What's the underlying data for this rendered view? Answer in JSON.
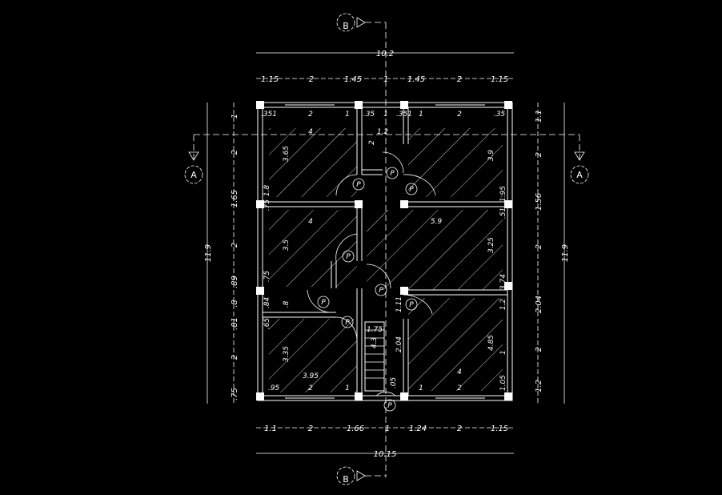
{
  "colors": {
    "background": "#000000",
    "lines": "#ffffff"
  },
  "section_marks": {
    "a_left": "A",
    "a_right": "A",
    "b_top": "B",
    "b_bottom": "B"
  },
  "top_dims": {
    "overall": "10.2",
    "chain": [
      "1.15",
      "2",
      "1.45",
      "1",
      "1.45",
      "2",
      "1.15"
    ]
  },
  "bottom_dims": {
    "overall": "10.15",
    "chain": [
      "1.1",
      "2",
      "1.66",
      "1",
      "1.24",
      "2",
      "1.15"
    ]
  },
  "left_dims": {
    "overall": "11.9",
    "chain": [
      "1",
      "2",
      "1.65",
      "2",
      ".89",
      ".8",
      ".81",
      "2",
      ".75"
    ]
  },
  "right_dims": {
    "overall": "11.9",
    "chain": [
      "1.1",
      "2",
      "1.56",
      "2",
      "2.04",
      "2",
      "1.2"
    ]
  },
  "room_labels": [
    ".351",
    "2",
    "1",
    ".35",
    "1",
    ".351",
    "1",
    "2",
    ".35",
    "4",
    "1.2",
    "2",
    "3.65",
    "3.9",
    "1.8",
    ".75",
    ".51",
    "1.95",
    "4",
    "5.9",
    "3.5",
    "3.25",
    ".75",
    ".8",
    ".84",
    "3.74",
    "1.11",
    ".65",
    "1.2",
    "1.75",
    "4.3",
    "2.04",
    "3.35",
    "4.85",
    "3.95",
    ".95",
    "2",
    "1",
    ".05",
    "1",
    "2",
    "1.05",
    "4",
    "1"
  ],
  "door_marks": [
    "P",
    "P",
    "P",
    "P",
    "P",
    "P",
    "P",
    "P",
    "P"
  ]
}
